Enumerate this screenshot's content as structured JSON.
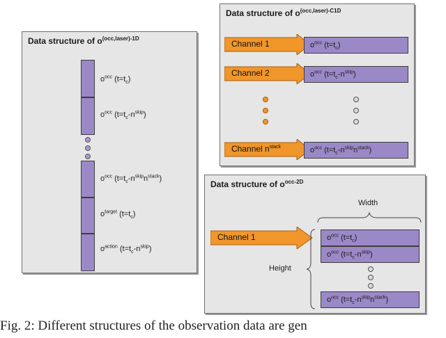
{
  "panel_1d": {
    "title": "Data structure of o",
    "title_sup": "(occ,laser)-1D",
    "rows": [
      {
        "base": "o",
        "sup": "occ",
        "text": " (t=t",
        "sub": "c",
        "tail": ")",
        "tail_sup": ""
      },
      {
        "base": "o",
        "sup": "occ",
        "text": " (t=t",
        "sub": "c",
        "tail": "-n",
        "tail_sup": "skip",
        "end": ")"
      },
      {
        "base": "o",
        "sup": "occ",
        "text": " (t=t",
        "sub": "c",
        "tail": "-n",
        "tail_sup": "skip",
        "mid": "n",
        "mid_sup": "stack",
        "end": ")"
      },
      {
        "base": "o",
        "sup": "target",
        "text": " (t=t",
        "sub": "c",
        "tail": ")",
        "tail_sup": ""
      },
      {
        "base": "o",
        "sup": "action",
        "text": " (t=t",
        "sub": "c",
        "tail": "-n",
        "tail_sup": "skip",
        "end": ")"
      }
    ]
  },
  "panel_c1d": {
    "title": "Data structure of o",
    "title_sup": "(occ,laser)-C1D",
    "channels": [
      {
        "label": "Channel 1",
        "label_sup": "",
        "cell": {
          "sup": "occ",
          "sub": "c",
          "tail": ")",
          "tail_sup": ""
        }
      },
      {
        "label": "Channel 2",
        "label_sup": "",
        "cell": {
          "sup": "occ",
          "sub": "c",
          "tail": "-n",
          "tail_sup": "skip",
          "end": ")"
        }
      },
      {
        "label": "Channel n",
        "label_sup": "stack",
        "cell": {
          "sup": "occ",
          "sub": "c",
          "tail": "-n",
          "tail_sup": "skip",
          "mid": "n",
          "mid_sup": "stack",
          "end": ")"
        }
      }
    ]
  },
  "panel_2d": {
    "title": "Data structure of o",
    "title_sup": "occ-2D",
    "width_label": "Width",
    "height_label": "Height",
    "channel_label": "Channel 1",
    "rows": [
      {
        "sup": "occ",
        "sub": "c",
        "tail": ")",
        "tail_sup": ""
      },
      {
        "sup": "occ",
        "sub": "c",
        "tail": "-n",
        "tail_sup": "skip",
        "end": ")"
      },
      {
        "sup": "occ",
        "sub": "c",
        "tail": "-n",
        "tail_sup": "skip",
        "mid": "n",
        "mid_sup": "stack",
        "end": ")"
      }
    ]
  },
  "caption": "Fig. 2: Different structures of the observation data are gen",
  "colors": {
    "cell_fill": "#9b88c7",
    "arrow_fill": "#f0962a",
    "panel_bg": "#e6e6e6"
  }
}
